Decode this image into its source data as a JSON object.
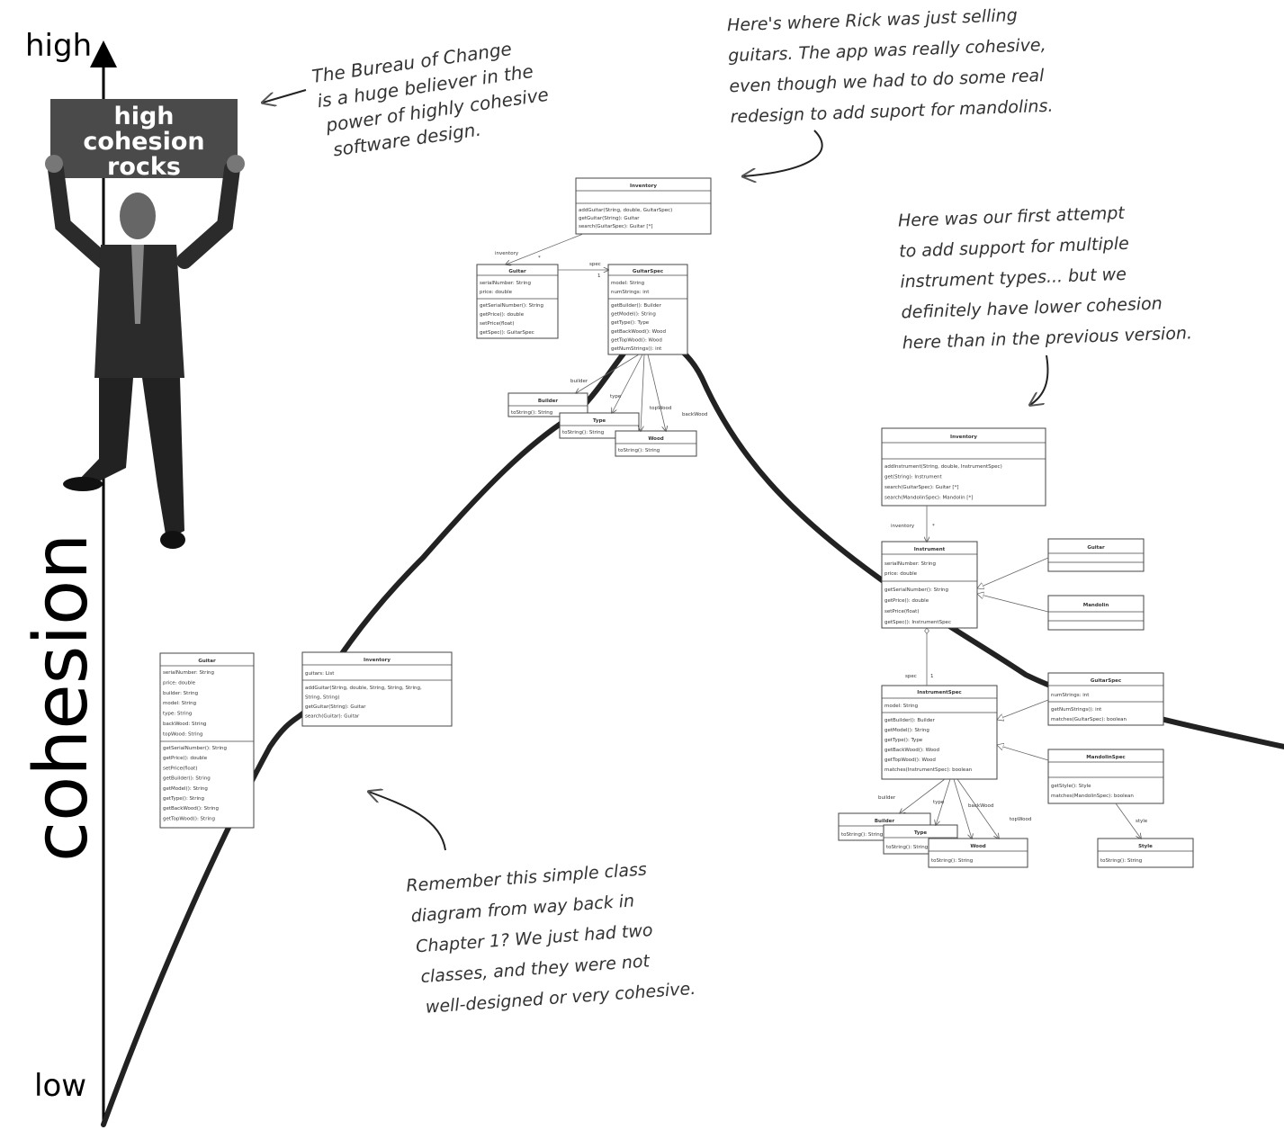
{
  "axis": {
    "high_label": "high",
    "low_label": "low",
    "title": "cohesion"
  },
  "sign_lines": [
    "high",
    "cohesion",
    "rocks"
  ],
  "notes": {
    "bureau": [
      "The Bureau of Change",
      "is a huge believer in the",
      "power of highly cohesive",
      "software design."
    ],
    "rick": [
      "Here's where Rick was just selling",
      "guitars. The app was really cohesive,",
      "even though we had to do some real",
      "redesign to add suport for mandolins."
    ],
    "first_attempt": [
      "Here was our first attempt",
      "to add support for multiple",
      "instrument types... but we",
      "definitely have lower cohesion",
      "here than in the previous version."
    ],
    "remember": [
      "Remember this simple class",
      "diagram from way back in",
      "Chapter 1? We just had two",
      "classes, and they were not",
      "well-designed or very cohesive."
    ]
  },
  "diagram1": {
    "guitar": {
      "name": "Guitar",
      "attrs": [
        "serialNumber: String",
        "price: double",
        "builder: String",
        "model: String",
        "type: String",
        "backWood: String",
        "topWood: String"
      ],
      "ops": [
        "getSerialNumber(): String",
        "getPrice(): double",
        "setPrice(float)",
        "getBuilder(): String",
        "getModel(): String",
        "getType(): String",
        "getBackWood(): String",
        "getTopWood(): String"
      ]
    },
    "inventory": {
      "name": "Inventory",
      "attrs": [
        "guitars: List"
      ],
      "ops": [
        "addGuitar(String, double, String, String, String,",
        "String, String)",
        "getGuitar(String): Guitar",
        "search(Guitar): Guitar"
      ]
    }
  },
  "diagram2": {
    "inventory": {
      "name": "Inventory",
      "ops": [
        "addGuitar(String, double, GuitarSpec)",
        "getGuitar(String): Guitar",
        "search(GuitarSpec): Guitar [*]"
      ]
    },
    "guitar": {
      "name": "Guitar",
      "attrs": [
        "serialNumber: String",
        "price: double"
      ],
      "ops": [
        "getSerialNumber(): String",
        "getPrice(): double",
        "setPrice(float)",
        "getSpec(): GuitarSpec"
      ]
    },
    "guitarspec": {
      "name": "GuitarSpec",
      "attrs": [
        "model: String",
        "numStrings: int"
      ],
      "ops": [
        "getBuilder(): Builder",
        "getModel(): String",
        "getType(): Type",
        "getBackWood(): Wood",
        "getTopWood(): Wood",
        "getNumStrings(): int"
      ]
    },
    "builder": {
      "name": "Builder",
      "ops": [
        "toString(): String"
      ]
    },
    "type": {
      "name": "Type",
      "ops": [
        "toString(): String"
      ]
    },
    "wood": {
      "name": "Wood",
      "ops": [
        "toString(): String"
      ]
    },
    "labels": {
      "inventory": "inventory",
      "spec": "spec",
      "builder": "builder",
      "type": "type",
      "topWood": "topWood",
      "backWood": "backWood",
      "star": "*",
      "one": "1"
    }
  },
  "diagram3": {
    "inventory": {
      "name": "Inventory",
      "ops": [
        "addInstrument(String, double, InstrumentSpec)",
        "get(String): Instrument",
        "search(GuitarSpec): Guitar [*]",
        "search(MandolinSpec): Mandolin [*]"
      ]
    },
    "instrument": {
      "name": "Instrument",
      "attrs": [
        "serialNumber: String",
        "price: double"
      ],
      "ops": [
        "getSerialNumber(): String",
        "getPrice(): double",
        "setPrice(float)",
        "getSpec(): InstrumentSpec"
      ]
    },
    "guitar": {
      "name": "Guitar"
    },
    "mandolin": {
      "name": "Mandolin"
    },
    "instrumentspec": {
      "name": "InstrumentSpec",
      "attrs": [
        "model: String"
      ],
      "ops": [
        "getBuilder(): Builder",
        "getModel(): String",
        "getType(): Type",
        "getBackWood(): Wood",
        "getTopWood(): Wood",
        "matches(InstrumentSpec): boolean"
      ]
    },
    "guitarspec": {
      "name": "GuitarSpec",
      "attrs": [
        "numStrings: int"
      ],
      "ops": [
        "getNumStrings(): int",
        "matches(GuitarSpec): boolean"
      ]
    },
    "mandolinspec": {
      "name": "MandolinSpec",
      "ops": [
        "getStyle(): Style",
        "matches(MandolinSpec): boolean"
      ]
    },
    "builder": {
      "name": "Builder",
      "ops": [
        "toString(): String"
      ]
    },
    "type": {
      "name": "Type",
      "ops": [
        "toString(): String"
      ]
    },
    "wood": {
      "name": "Wood",
      "ops": [
        "toString(): String"
      ]
    },
    "style": {
      "name": "Style",
      "ops": [
        "toString(): String"
      ]
    },
    "labels": {
      "inventory": "inventory",
      "spec": "spec",
      "builder": "builder",
      "type": "type",
      "backWood": "backWood",
      "topWood": "topWood",
      "style": "style",
      "star": "*",
      "one": "1"
    }
  }
}
